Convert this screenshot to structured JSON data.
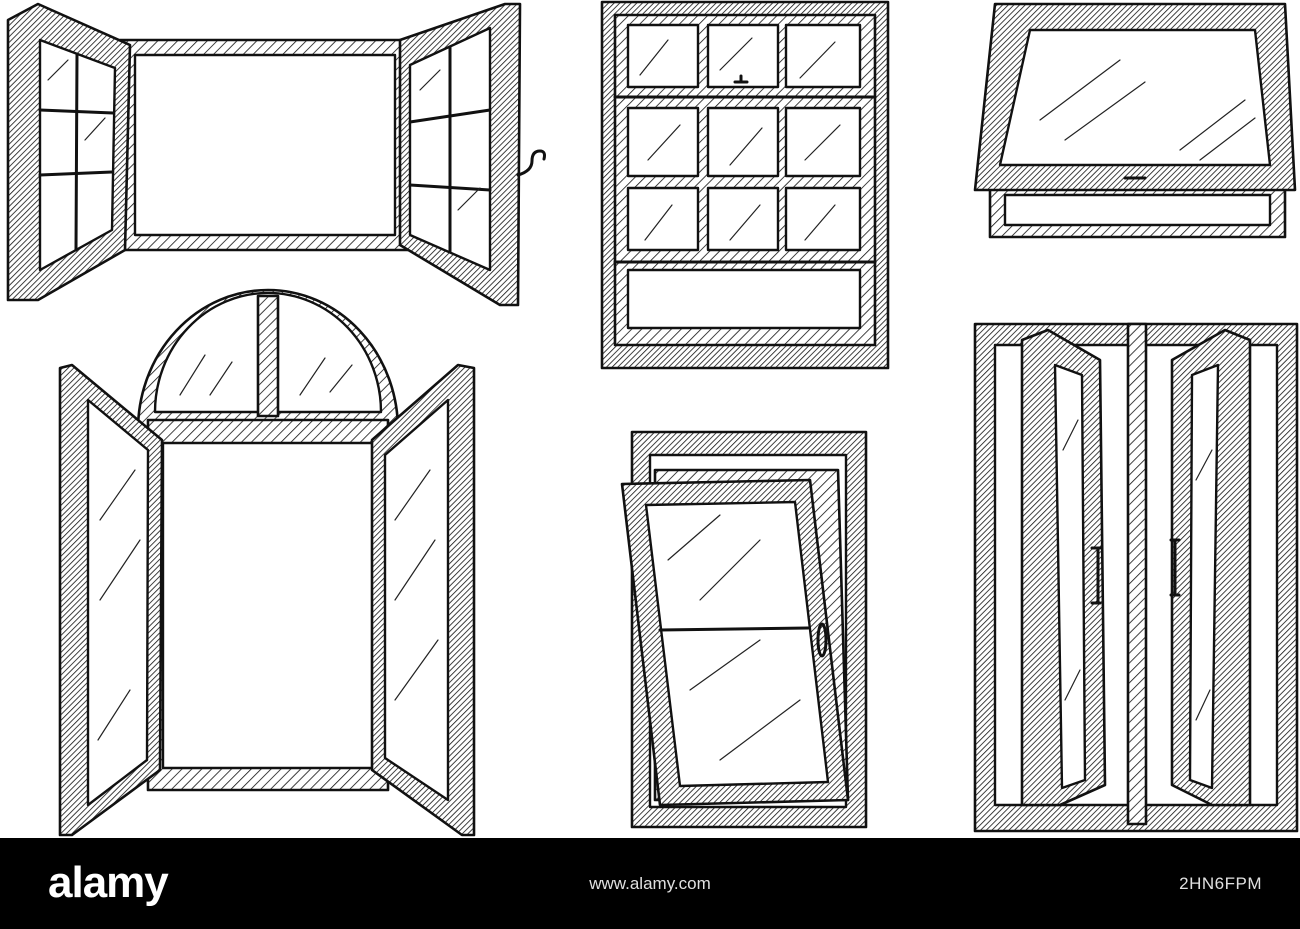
{
  "watermark": {
    "logo_text": "alamy",
    "site_url": "www.alamy.com",
    "image_id": "2HN6FPM"
  },
  "illustrations": [
    {
      "name": "casement-window-open"
    },
    {
      "name": "double-hung-sash-window"
    },
    {
      "name": "awning-window"
    },
    {
      "name": "arched-french-window-open"
    },
    {
      "name": "tilt-window"
    },
    {
      "name": "double-door-window-open"
    }
  ],
  "colors": {
    "ink": "#111111",
    "paper": "#ffffff",
    "footer": "#000000"
  }
}
